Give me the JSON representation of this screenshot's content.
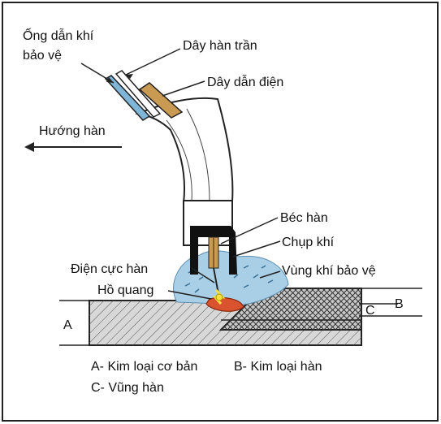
{
  "labels": {
    "shield_gas_tube_line1": "Ống dẫn khí",
    "shield_gas_tube_line2": "bảo vệ",
    "bare_wire": "Dây hàn trần",
    "power_cable": "Dây dẫn điện",
    "direction": "Hướng hàn",
    "contact_tip": "Béc hàn",
    "gas_nozzle": "Chụp khí",
    "electrode": "Điện cực hàn",
    "shield_zone": "Vùng khí bảo vệ",
    "arc": "Hồ quang",
    "marker_a": "A",
    "marker_b": "B",
    "marker_c": "C"
  },
  "legend": {
    "a": "A- Kim loại cơ bản",
    "b": "B- Kim loại hàn",
    "c": "C- Vũng hàn"
  },
  "colors": {
    "base_metal": "#d8d8d8",
    "weld_metal": "#c8c8c8",
    "shield_gas": "#a9cfe6",
    "weld_pool": "#d9542e",
    "cable": "#c99a52",
    "gas_tube": "#7fb6d8",
    "nozzle_black": "#111111",
    "arc_yellow": "#f5e142"
  }
}
